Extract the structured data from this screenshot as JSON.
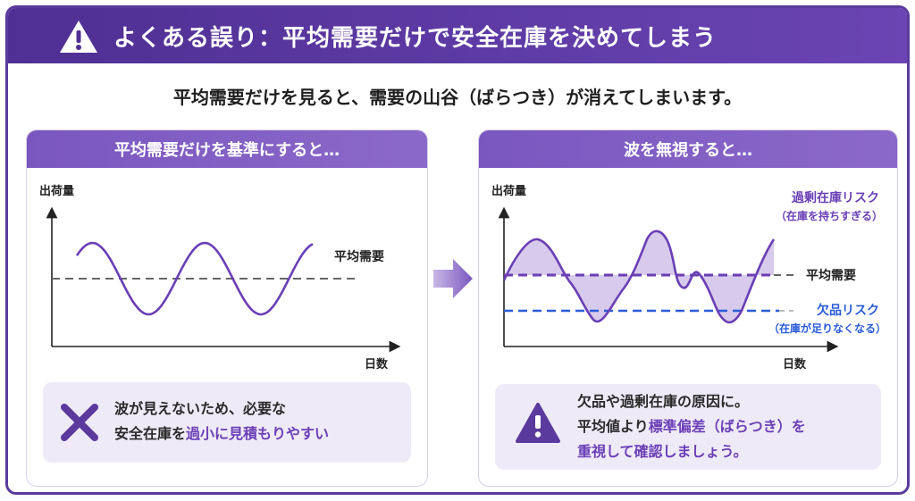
{
  "banner": {
    "title": "よくある誤り：平均需要だけで安全在庫を決めてしまう",
    "icon": "warning-icon"
  },
  "intro": "平均需要だけを見ると、需要の山谷（ばらつき）が消えてしまいます。",
  "left_panel": {
    "header": "平均需要だけを基準にすると…",
    "y_label": "出荷量",
    "x_label": "日数",
    "mean_label": "平均需要",
    "note_icon": "cross-icon",
    "note_line1": "波が見えないため、必要な",
    "note_line2_prefix": "安全在庫を",
    "note_line2_emph": "過小に見積もりやすい"
  },
  "right_panel": {
    "header": "波を無視すると…",
    "y_label": "出荷量",
    "x_label": "日数",
    "mean_label": "平均需要",
    "over_risk": "過剰在庫リスク",
    "over_sub": "（在庫を持ちすぎる）",
    "short_risk": "欠品リスク",
    "short_sub": "（在庫が足りなくなる）",
    "note_icon": "warning-icon",
    "note_line1": "欠品や過剰在庫の原因に。",
    "note_line2_prefix": "平均値より",
    "note_line2_emph": "標準偏差（ばらつき）を",
    "note_line3_emph": "重視して確認しましょう。"
  },
  "colors": {
    "purple": "#6a3fb5",
    "blue": "#2a5bd7",
    "fill": "#c9b8e6"
  },
  "arrow_icon": "right-arrow-icon"
}
